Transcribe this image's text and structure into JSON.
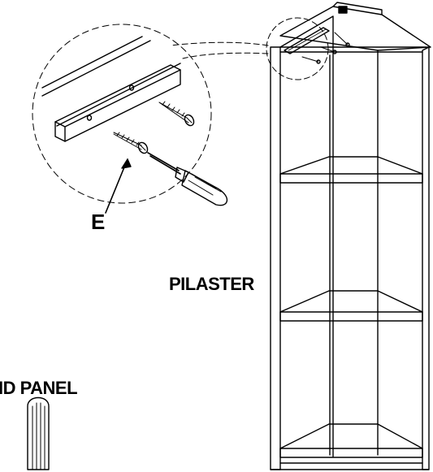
{
  "labels": {
    "callout_letter": "E",
    "pilaster": "PILASTER",
    "end_panel": "ID PANEL"
  },
  "colors": {
    "ink": "#000000",
    "paper": "#ffffff"
  },
  "icons": {
    "screwdriver": "screwdriver-icon",
    "screw": "screw-icon",
    "dowel": "wooden-dowel-icon"
  }
}
